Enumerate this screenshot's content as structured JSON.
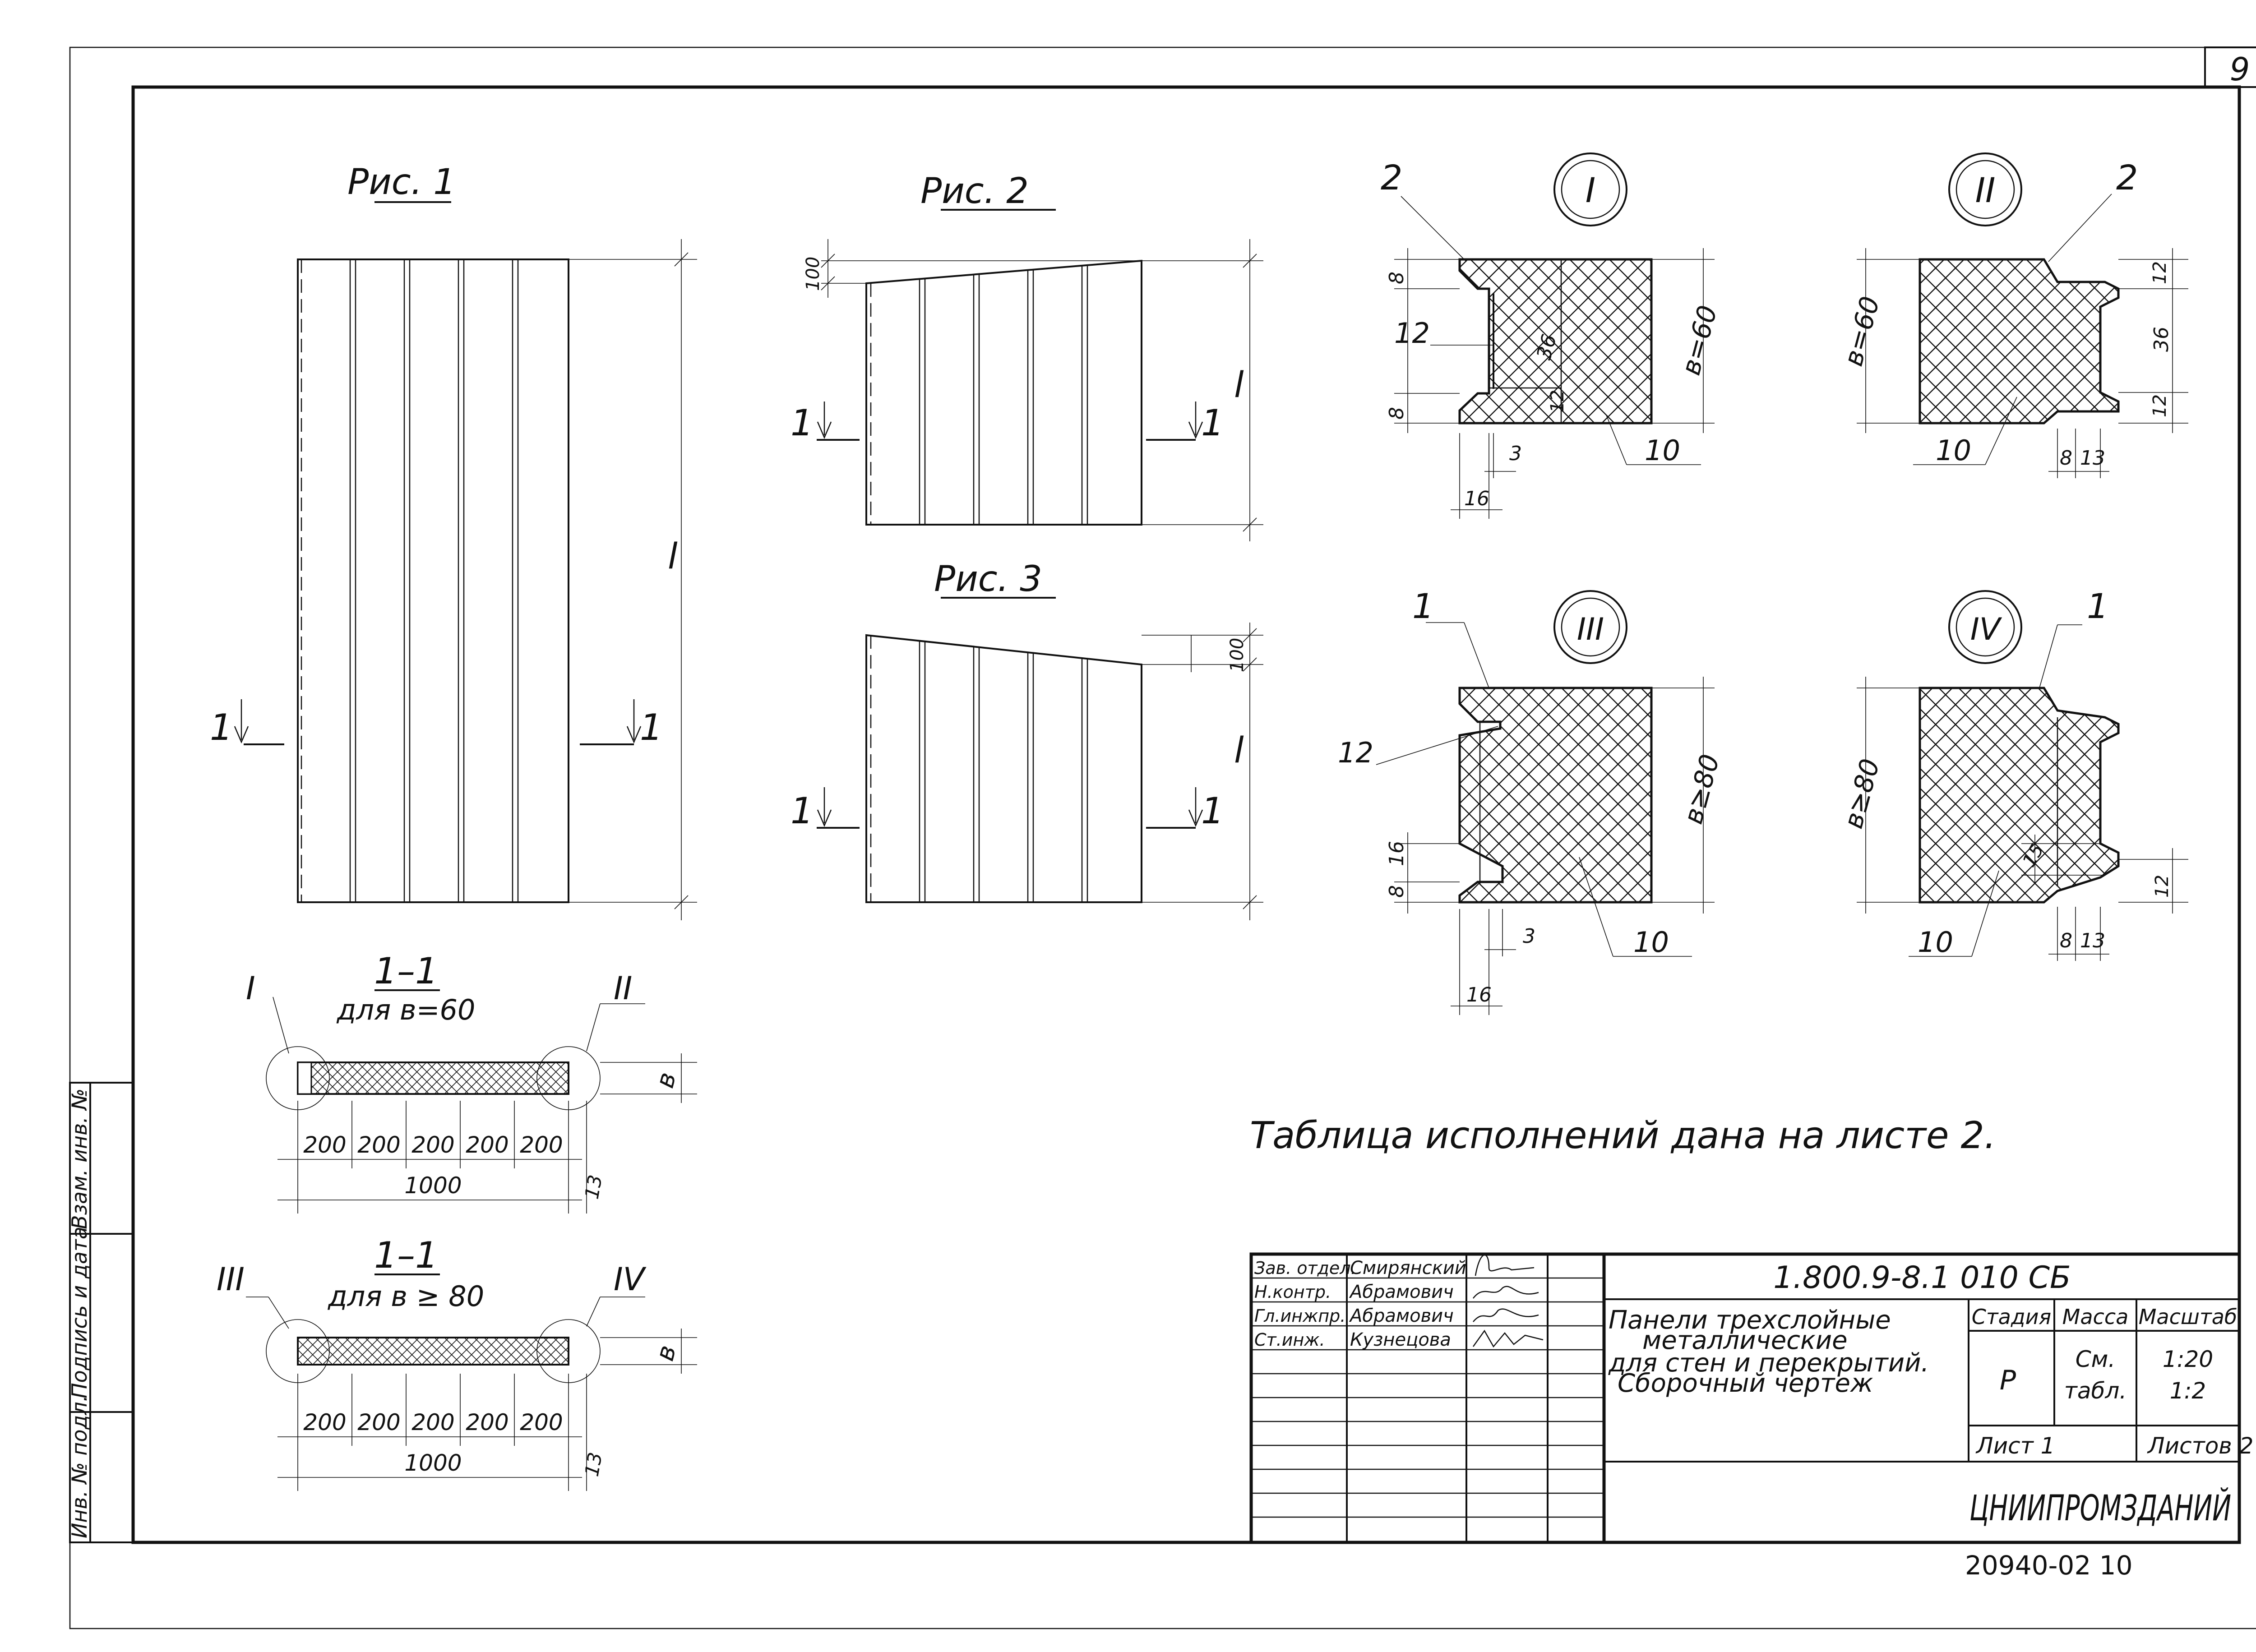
{
  "sheet_number": "9",
  "bottom_code": "20940-02   10",
  "figures": {
    "fig1": "Рис. 1",
    "fig2": "Рис. 2",
    "fig3": "Рис. 3",
    "dim_l": "l",
    "dim_100": "100",
    "section_marker": "1",
    "section_marker_label": "1"
  },
  "sections": {
    "a": {
      "title": "1–1",
      "subtitle": "для  в=60",
      "callout_left": "I",
      "callout_right": "II",
      "thickness": "в",
      "module_dims": [
        "200",
        "200",
        "200",
        "200",
        "200"
      ],
      "total": "1000",
      "offset": "13"
    },
    "b": {
      "title": "1–1",
      "subtitle": "для  в ≥ 80",
      "callout_left": "III",
      "callout_right": "IV",
      "thickness": "в",
      "module_dims": [
        "200",
        "200",
        "200",
        "200",
        "200"
      ],
      "total": "1000",
      "offset": "13"
    }
  },
  "details": {
    "I": {
      "label": "I",
      "leaders": [
        "2",
        "12",
        "10"
      ],
      "dims": [
        "8",
        "8",
        "36",
        "12",
        "3",
        "16"
      ],
      "height": "в=60"
    },
    "II": {
      "label": "II",
      "leaders": [
        "2",
        "10"
      ],
      "dims": [
        "12",
        "36",
        "12",
        "8",
        "13"
      ],
      "height": "в=60"
    },
    "III": {
      "label": "III",
      "leaders": [
        "1",
        "12",
        "10"
      ],
      "dims": [
        "16",
        "8",
        "3",
        "16"
      ],
      "height": "в≥80"
    },
    "IV": {
      "label": "IV",
      "leaders": [
        "1",
        "10"
      ],
      "dims": [
        "15",
        "12",
        "8",
        "13"
      ],
      "height": "в≥80"
    }
  },
  "note": "Таблица   исполнений   дана   на  листе  2.",
  "side_stamp": [
    "Инв. № подл.",
    "Подпись и дата",
    "Взам. инв. №"
  ],
  "title_block": {
    "code": "1.800.9-8.1 010 СБ",
    "staff": [
      {
        "role": "Зав. отдел.",
        "name": "Смирянский"
      },
      {
        "role": "Н.контр.",
        "name": "Абрамович"
      },
      {
        "role": "Гл.инжпр.",
        "name": "Абрамович"
      },
      {
        "role": "Ст.инж.",
        "name": "Кузнецова"
      }
    ],
    "name_lines": [
      "Панели  трехслойные",
      "металлические",
      "для  стен  и  перекрытий.",
      "Сборочный    чертеж"
    ],
    "col_stage": "Стадия",
    "col_mass": "Масса",
    "col_scale": "Масштаб",
    "stage": "Р",
    "mass": [
      "См.",
      "табл."
    ],
    "scale": [
      "1:20",
      "1:2"
    ],
    "sheet": "Лист 1",
    "sheets": "Листов 2",
    "org": "ЦНИИПРОМЗДАНИЙ"
  }
}
